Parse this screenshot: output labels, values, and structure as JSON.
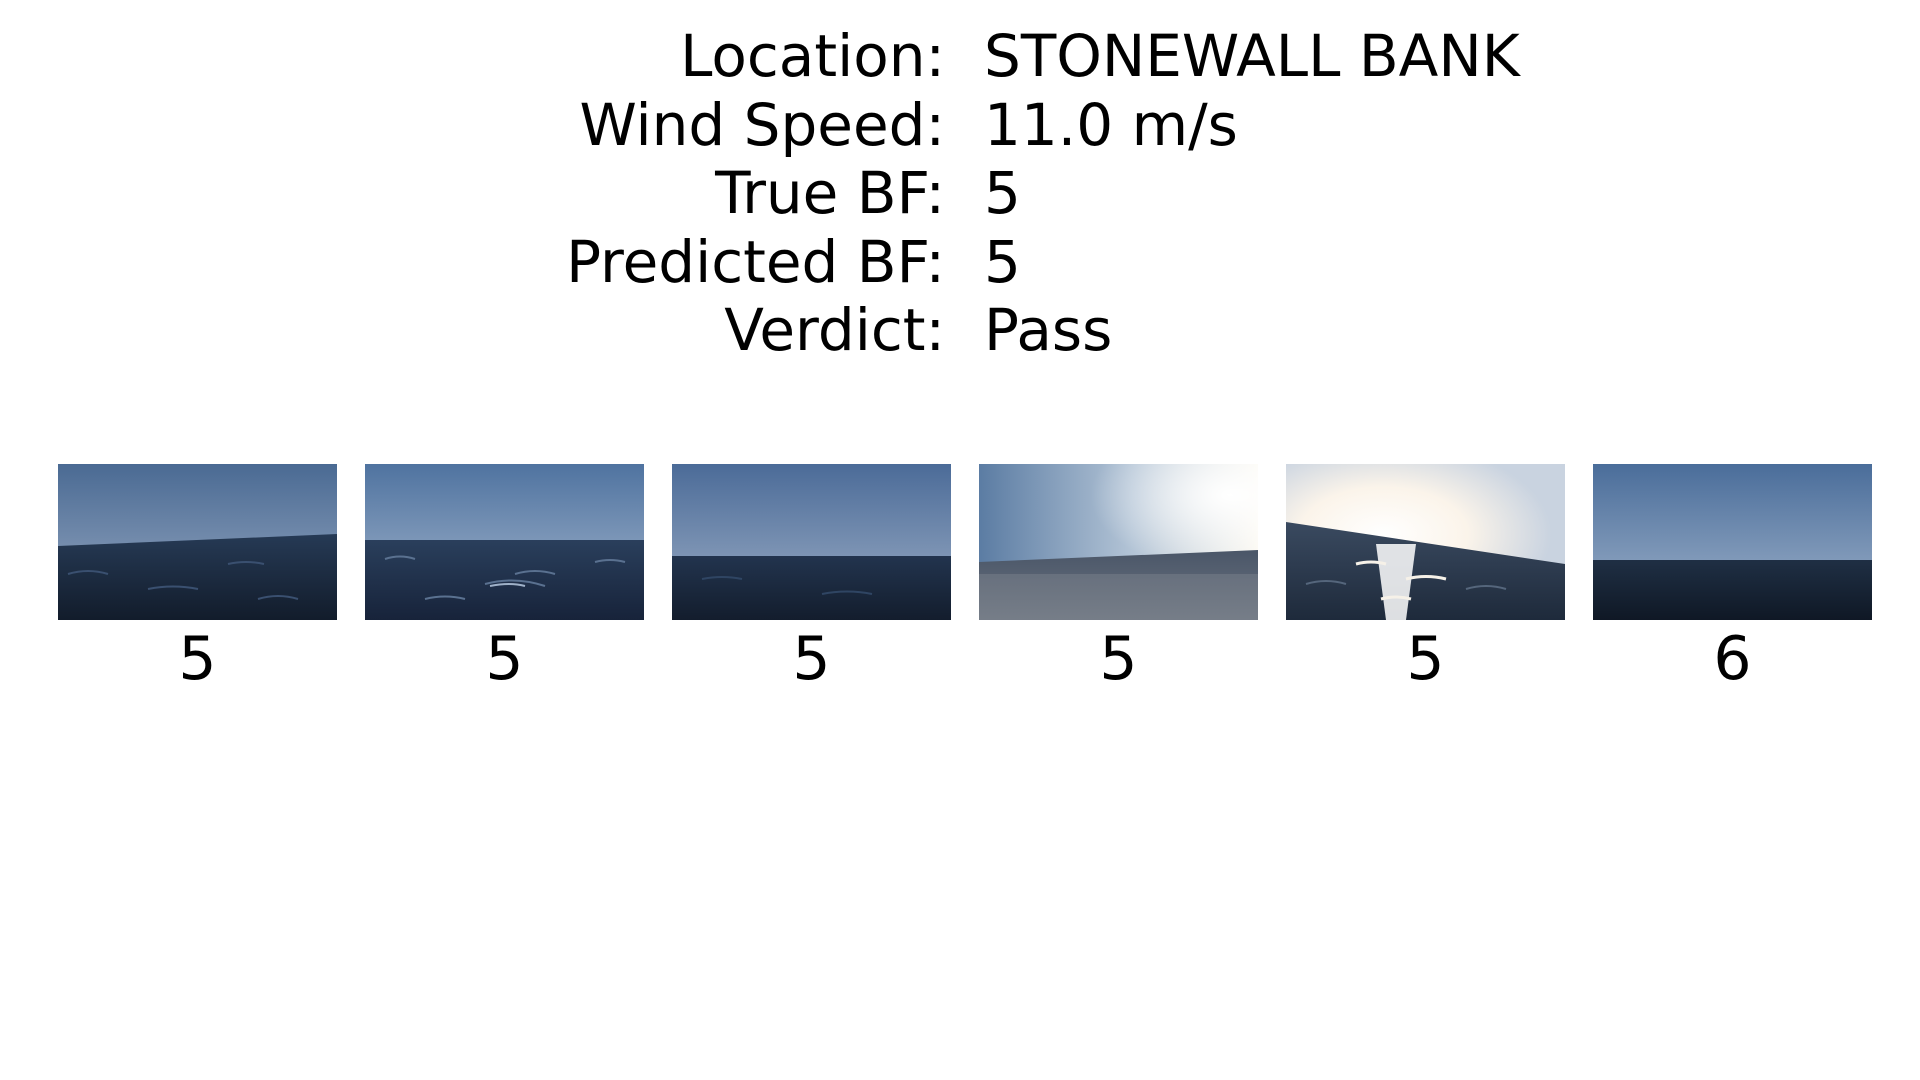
{
  "info": [
    {
      "label": "Location:",
      "value": "STONEWALL BANK"
    },
    {
      "label": "Wind Speed:",
      "value": "11.0 m/s"
    },
    {
      "label": "True BF:",
      "value": "5"
    },
    {
      "label": "Predicted BF:",
      "value": "5"
    },
    {
      "label": "Verdict:",
      "value": "Pass"
    }
  ],
  "thumbnails": [
    {
      "label": "5",
      "scene": "sea-horizon-tilted"
    },
    {
      "label": "5",
      "scene": "sea-horizon-choppy"
    },
    {
      "label": "5",
      "scene": "sea-horizon-calm"
    },
    {
      "label": "5",
      "scene": "sea-horizon-sun-glare"
    },
    {
      "label": "5",
      "scene": "sea-sun-reflection"
    },
    {
      "label": "6",
      "scene": "sea-horizon-dark"
    }
  ],
  "colors": {
    "sky_top": "#4f6f96",
    "sky_horizon": "#a9b4c6",
    "sea_dark": "#1a2638",
    "sea_mid": "#24364f",
    "glare": "#fff8ee"
  }
}
